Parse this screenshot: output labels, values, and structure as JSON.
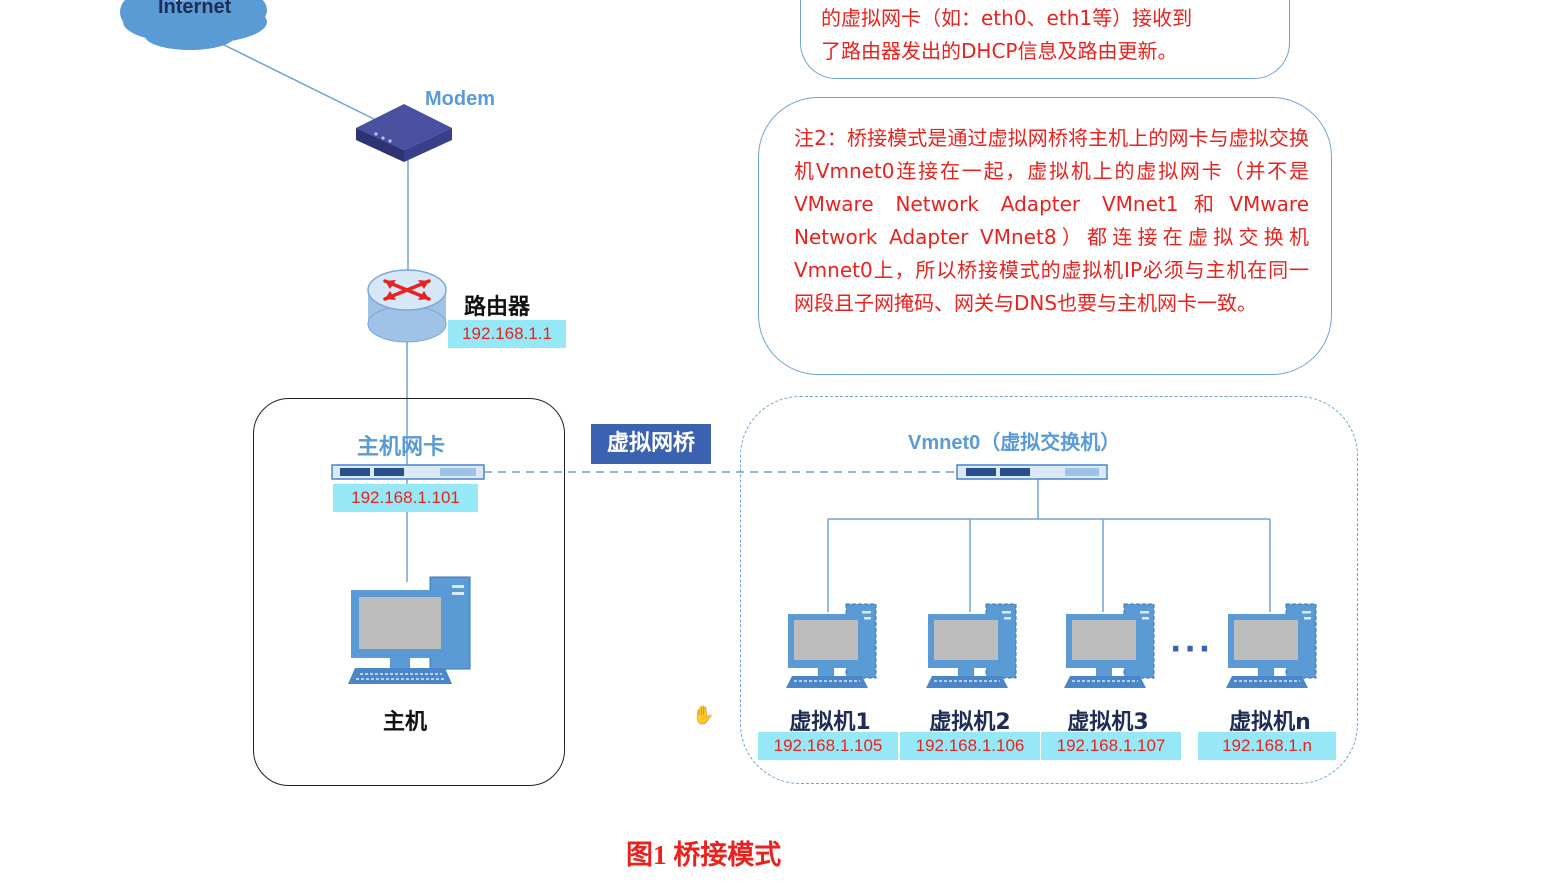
{
  "notes": {
    "note1": {
      "lines": [
        "的虚拟网卡（如：eth0、eth1等）接收到",
        "了路由器发出的DHCP信息及路由更新。"
      ]
    },
    "note2": {
      "text": "注2：桥接模式是通过虚拟网桥将主机上的网卡与虚拟交换机Vmnet0连接在一起，虚拟机上的虚拟网卡（并不是VMware Network Adapter VMnet1和VMware Network Adapter VMnet8）都连接在虚拟交换机Vmnet0上，所以桥接模式的虚拟机IP必须与主机在同一网段且子网掩码、网关与DNS也要与主机网卡一致。"
    }
  },
  "nodes": {
    "internet": {
      "label": "Internet"
    },
    "modem": {
      "label": "Modem"
    },
    "router": {
      "label": "路由器",
      "ip": "192.168.1.1"
    },
    "host_nic": {
      "label": "主机网卡",
      "ip": "192.168.1.101"
    },
    "host": {
      "label": "主机"
    },
    "bridge": {
      "label": "虚拟网桥"
    },
    "vswitch": {
      "label": "Vmnet0（虚拟交换机）"
    },
    "vms": [
      {
        "label": "虚拟机1",
        "ip": "192.168.1.105"
      },
      {
        "label": "虚拟机2",
        "ip": "192.168.1.106"
      },
      {
        "label": "虚拟机3",
        "ip": "192.168.1.107"
      },
      {
        "label": "虚拟机n",
        "ip": "192.168.1.n"
      }
    ],
    "ellipsis": "···"
  },
  "caption": "图1  桥接模式",
  "colors": {
    "accent_red": "#e8231f",
    "ip_box": "#96e8f6",
    "label_blue": "#5b9bd5",
    "bridge_bg": "#3b62b0",
    "device_blue": "#4a86c8"
  }
}
